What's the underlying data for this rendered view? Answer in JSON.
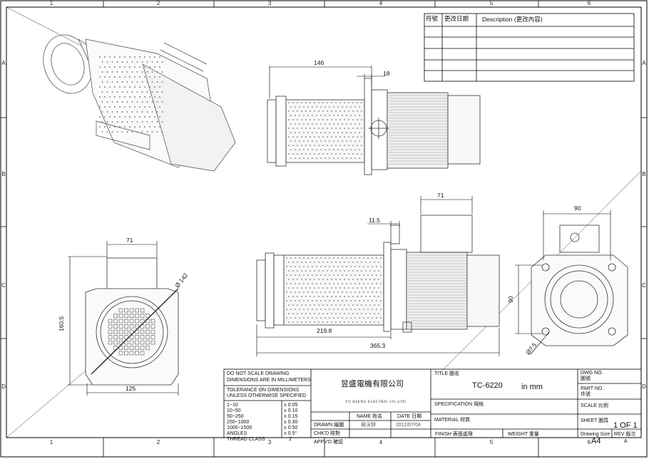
{
  "frame": {
    "columns": [
      "1",
      "2",
      "3",
      "4",
      "5",
      "6"
    ],
    "rows": [
      "A",
      "B",
      "C",
      "D"
    ]
  },
  "revision_table": {
    "headers": [
      "符號",
      "更改日期",
      "Description (更改內容)"
    ]
  },
  "dimensions": {
    "top_length": "146",
    "top_flange": "18",
    "front_width_top": "71",
    "front_height": "160.5",
    "front_diameter": "Ø 142",
    "front_bottom_width": "125",
    "side_flange": "11.5",
    "side_width_top": "71",
    "side_length_a": "219.8",
    "side_length_b": "365.3",
    "end_width": "90",
    "end_height": "90",
    "end_hole": "Ø7.5"
  },
  "title_block": {
    "note_scale": "DO NOT SCALE DRAWING",
    "note_units": "DIMENSIONS ARE IN MILLIMETERS",
    "tolerance_title": "TOLERANCE ON DIMENSIONS",
    "tolerance_sub": "UNLESS OTHERWISE SPECIFIED",
    "tolerances": [
      {
        "range": "1~10",
        "tol": "± 0.05"
      },
      {
        "range": "10~50",
        "tol": "± 0.10"
      },
      {
        "range": "50~250",
        "tol": "± 0.15"
      },
      {
        "range": "250~1000",
        "tol": "± 0.30"
      },
      {
        "range": "1000~1500",
        "tol": "± 0.50"
      },
      {
        "range": "ANGLES",
        "tol": "± 0.5°"
      },
      {
        "range": "THREAD CLASS",
        "tol": "2"
      }
    ],
    "company_cn": "昱盛電機有限公司",
    "company_en": "YU HSENG ELECTRIC CO.,LTD.",
    "name_label": "NAME  姓名",
    "date_label": "DATE  日期",
    "drawn_label": "DRAWN   繪圖",
    "drawn_name": "羅泳騏",
    "drawn_date": "2012/07/04",
    "chkd_label": "CHK'D   核對",
    "apprd_label": "APPV'D  確認",
    "title_label": "TITLE  圖名",
    "title_value": "TC-6220",
    "title_unit": "in mm",
    "spec_label": "SPECIFICATION   規格",
    "material_label": "MATERIAL   材質",
    "finish_label": "FINISH   表面處理",
    "weight_label": "WEIGHT   重量",
    "dwg_no_label": "DWG NO.",
    "dwg_no_cn": "圖號",
    "part_no_label": "PART NO.",
    "part_no_cn": "件號",
    "scale_label": "SCALE  比例",
    "sheet_label": "SHEET  圖頁",
    "sheet_value": "1 OF 1",
    "drawing_size_label": "Drawing Size",
    "drawing_size_value": "A4",
    "rev_label": "REV  版次",
    "rev_value": "A"
  }
}
